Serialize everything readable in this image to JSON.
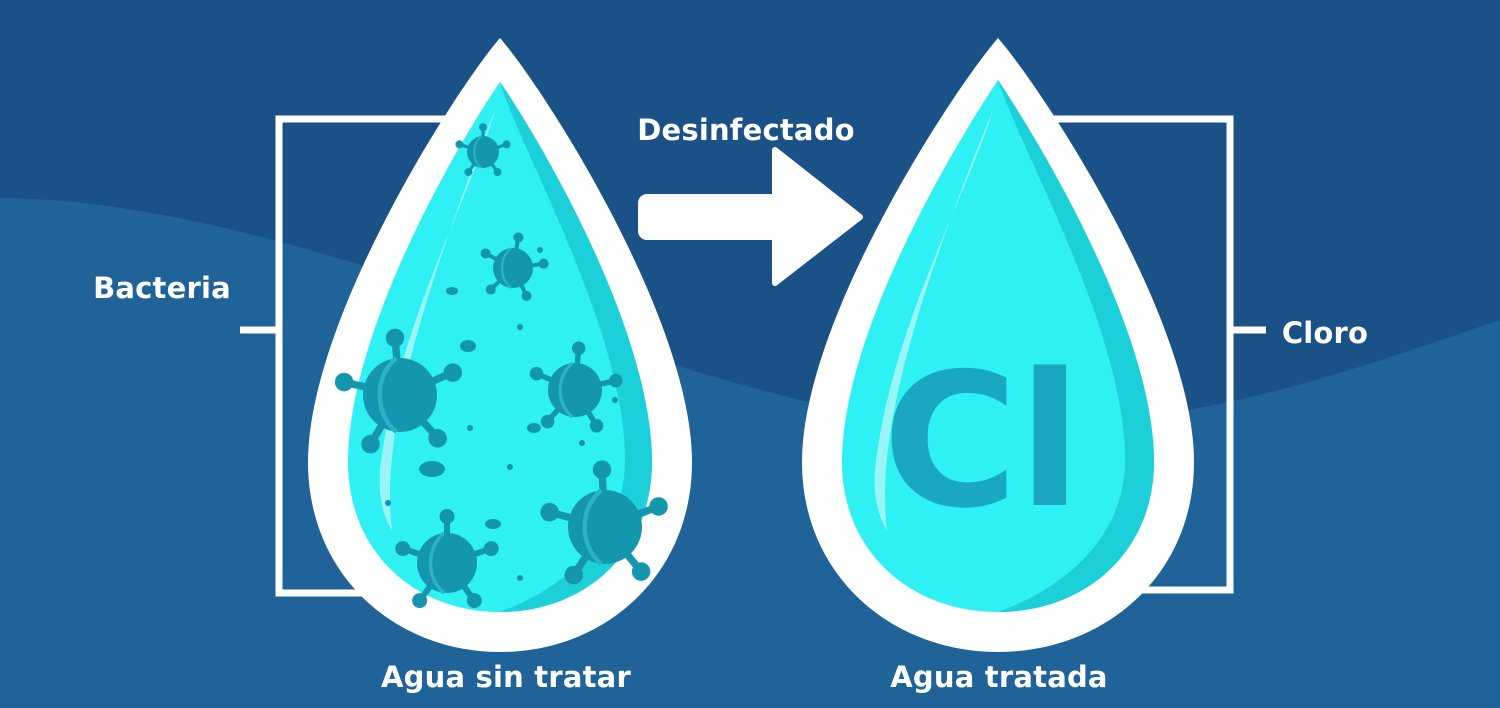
{
  "labels": {
    "process": "Desinfectado",
    "left_callout": "Bacteria",
    "right_callout": "Cloro",
    "left_caption": "Agua sin tratar",
    "right_caption": "Agua tratada",
    "chem_symbol": "Cl"
  },
  "colors": {
    "background_dark": "#1a5186",
    "background_wave": "#1f6399",
    "drop_outline": "#ffffff",
    "water_light": "#2ff0f2",
    "water_dark": "#1cd0da",
    "bacteria": "#1596af",
    "chem_symbol": "#19a8bf"
  },
  "icons": [
    "water-drop-icon",
    "bacteria-icon",
    "arrow-right-icon"
  ]
}
